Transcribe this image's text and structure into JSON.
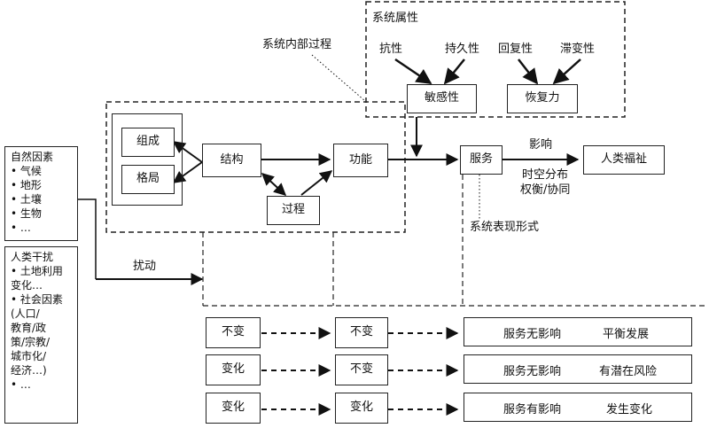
{
  "system_attributes": {
    "title": "系统属性",
    "attrs": [
      "抗性",
      "持久性",
      "回复性",
      "滞变性"
    ],
    "sensitivity": "敏感性",
    "recovery": "恢复力"
  },
  "internal_process_label": "系统内部过程",
  "internal": {
    "composition": "组成",
    "pattern": "格局",
    "structure": "结构",
    "process": "过程",
    "function": "功能"
  },
  "service": "服务",
  "influence_label": "影响",
  "tradeoff_label": [
    "时空分布",
    "权衡/协同"
  ],
  "welfare": "人类福祉",
  "expression_label": "系统表现形式",
  "disturbance_label": "扰动",
  "natural_factors": {
    "title": "自然因素",
    "items": [
      "• 气候",
      "• 地形",
      "• 土壤",
      "• 生物",
      "• …"
    ]
  },
  "human_interference": {
    "title": "人类干扰",
    "items": [
      "• 土地利用",
      "  变化…",
      "• 社会因素",
      "  (人口/",
      "  教育/政",
      "  策/宗教/",
      "  城市化/",
      "  经济…)",
      "• …"
    ]
  },
  "scenarios": [
    {
      "structure": "不变",
      "function": "不变",
      "service": "服务无影响",
      "result": "平衡发展"
    },
    {
      "structure": "变化",
      "function": "不变",
      "service": "服务无影响",
      "result": "有潜在风险"
    },
    {
      "structure": "变化",
      "function": "变化",
      "service": "服务有影响",
      "result": "发生变化"
    }
  ]
}
